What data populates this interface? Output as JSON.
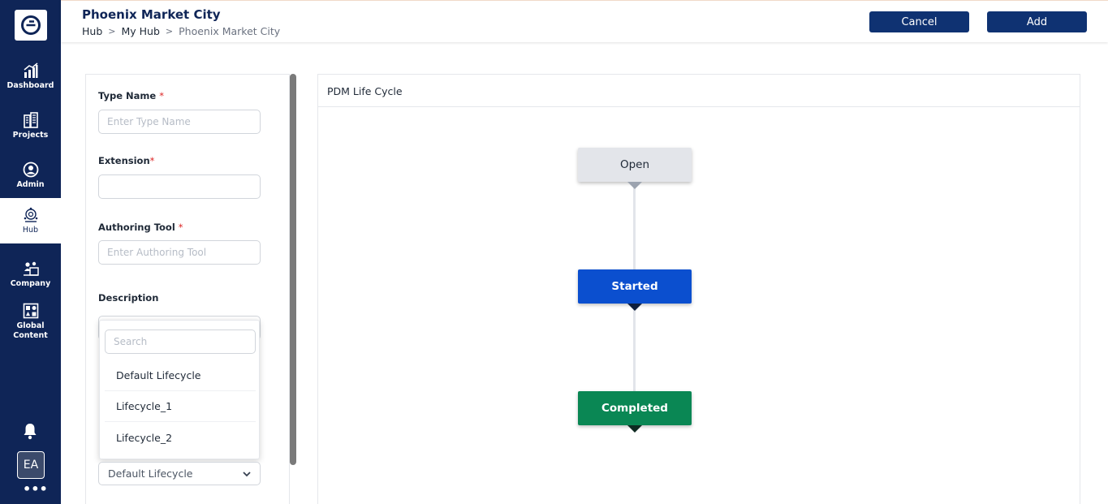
{
  "header": {
    "title": "Phoenix Market City",
    "breadcrumb": [
      "Hub",
      "My Hub",
      "Phoenix Market City"
    ],
    "cancel_label": "Cancel",
    "add_label": "Add"
  },
  "sidebar": {
    "items": [
      {
        "label": "Dashboard",
        "icon": "chart-bars-icon"
      },
      {
        "label": "Projects",
        "icon": "buildings-icon"
      },
      {
        "label": "Admin",
        "icon": "admin-user-icon"
      },
      {
        "label": "Hub",
        "icon": "hub-network-icon"
      },
      {
        "label": "Company",
        "icon": "company-icon"
      },
      {
        "label": "Global Content",
        "icon": "global-content-icon"
      }
    ],
    "active": "Hub",
    "avatar_initials": "EA"
  },
  "form": {
    "type_name": {
      "label": "Type Name",
      "required": "*",
      "placeholder": "Enter Type Name",
      "value": ""
    },
    "extension": {
      "label": "Extension",
      "required": "*",
      "value": ""
    },
    "authoring_tool": {
      "label": "Authoring Tool",
      "required": "*",
      "placeholder": "Enter Authoring Tool",
      "value": ""
    },
    "description": {
      "label": "Description"
    },
    "lifecycle_dropdown": {
      "search_placeholder": "Search",
      "options": [
        "Default Lifecycle",
        "Lifecycle_1",
        "Lifecycle_2"
      ]
    },
    "lifecycle_select": {
      "value": "Default Lifecycle"
    }
  },
  "lifecycle": {
    "title": "PDM Life Cycle",
    "states": [
      {
        "name": "Open",
        "color": "#e3e5ea"
      },
      {
        "name": "Started",
        "color": "#0b4fcf"
      },
      {
        "name": "Completed",
        "color": "#0a8754"
      }
    ]
  },
  "colors": {
    "sidebar": "#0f2557",
    "primary_button": "#0f3272",
    "required": "#dc2626"
  }
}
